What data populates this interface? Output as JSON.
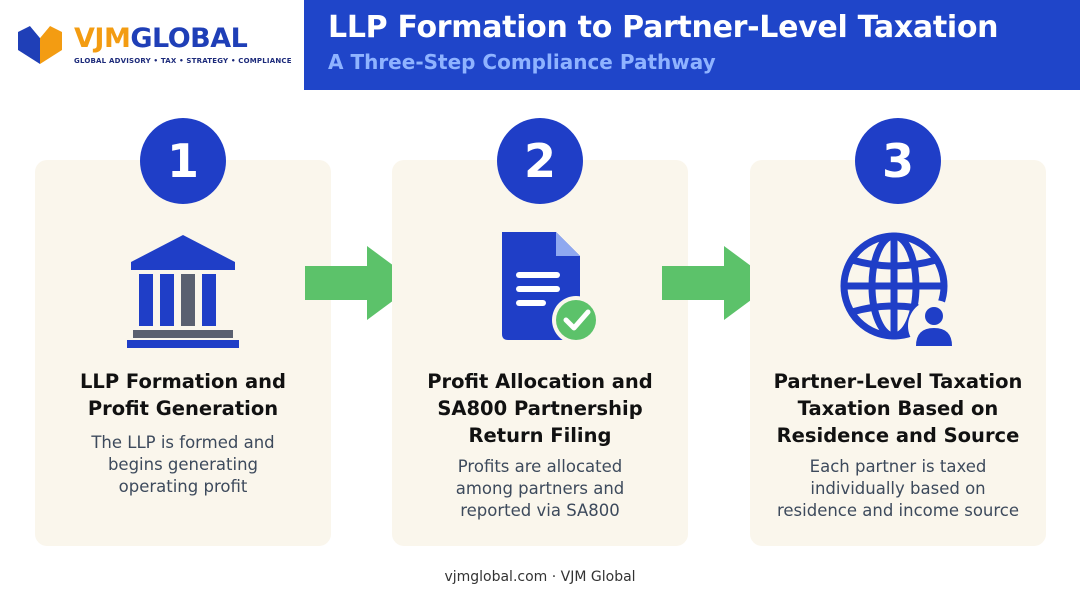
{
  "brand": {
    "logo_part1": "VJM",
    "logo_part2": "GLOBAL",
    "tagline": "GLOBAL ADVISORY • TAX • STRATEGY • COMPLIANCE",
    "colors": {
      "orange": "#f39c12",
      "blue": "#1f3fb7",
      "header": "#1f45c9",
      "arrow": "#5cc26a"
    }
  },
  "header": {
    "title": "LLP Formation to Partner-Level Taxation",
    "subtitle": "A Three-Step Compliance Pathway"
  },
  "steps": [
    {
      "number": "1",
      "icon": "bank-icon",
      "title_lines": [
        "LLP Formation and",
        "Profit Generation"
      ],
      "desc_lines": [
        "The LLP is formed and",
        "begins generating",
        "operating profit"
      ]
    },
    {
      "number": "2",
      "icon": "document-check-icon",
      "title_lines": [
        "Profit Allocation and",
        "SA800 Partnership",
        "Return Filing"
      ],
      "desc_lines": [
        "Profits are allocated",
        "among partners and",
        "reported via SA800"
      ]
    },
    {
      "number": "3",
      "icon": "globe-user-icon",
      "title_lines": [
        "Partner-Level Taxation",
        "Taxation Based on",
        "Residence and Source"
      ],
      "desc_lines": [
        "Each partner is taxed",
        "individually based on",
        "residence and income source"
      ]
    }
  ],
  "footer": {
    "text": "vjmglobal.com · VJM Global"
  }
}
